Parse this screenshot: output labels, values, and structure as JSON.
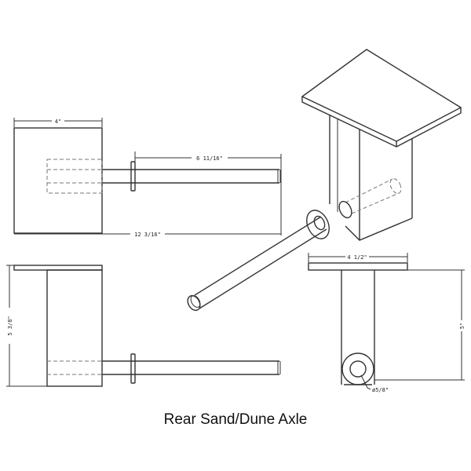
{
  "title": "Rear Sand/Dune Axle",
  "dimensions": {
    "top_width": "4\"",
    "shaft_length": "6 11/16\"",
    "overall_length": "12 3/16\"",
    "side_height": "5 3/8\"",
    "end_plate_width": "4 1/2\"",
    "end_height": "5\"",
    "shaft_diameter": "ø5/8\""
  },
  "colors": {
    "line": "#333333",
    "background": "#ffffff"
  }
}
